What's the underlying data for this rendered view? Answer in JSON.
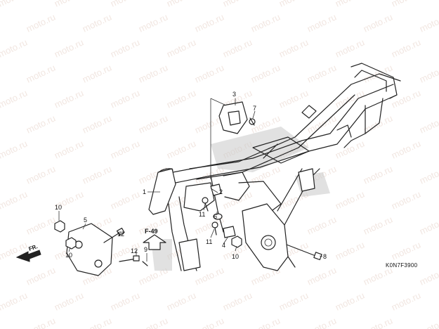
{
  "watermark": "moto.ru",
  "figure_code": "K0N7F3900",
  "reference": "F-49",
  "direction": "FR.",
  "callouts": [
    "1",
    "2",
    "3",
    "4",
    "5",
    "6",
    "7",
    "8",
    "9",
    "10",
    "10",
    "10",
    "11",
    "11",
    "12",
    "12"
  ]
}
